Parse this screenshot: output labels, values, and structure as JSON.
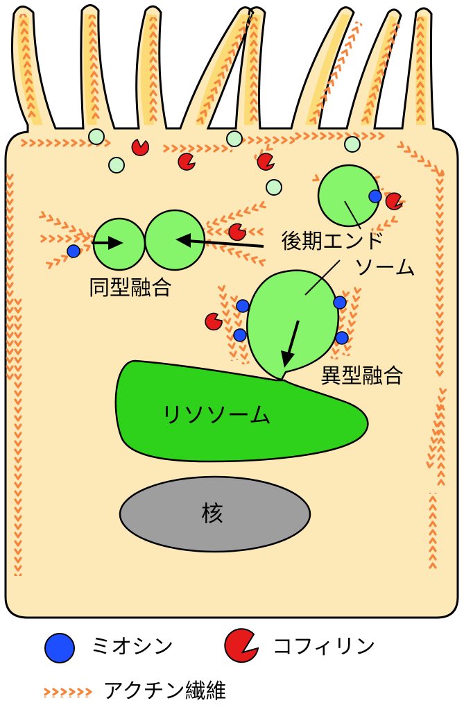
{
  "labels": {
    "homotypic_fusion": "同型融合",
    "late_endosome_line1": "後期エンド",
    "late_endosome_line2": "ソーム",
    "heterotypic_fusion": "異型融合",
    "lysosome": "リソソーム",
    "nucleus": "核"
  },
  "legend": {
    "myosin": "ミオシン",
    "cofilin": "コフィリン",
    "actin": "アクチン繊維"
  },
  "colors": {
    "cytoplasm": "#fde9b8",
    "microvillus": "#fcd96b",
    "outline": "#000000",
    "endosome": "#86f56c",
    "lysosome": "#2fd21b",
    "nucleus": "#9e9e9e",
    "myosin": "#1e4fff",
    "cofilin": "#e51b1b",
    "actin": "#f5843c",
    "vesicle": "#c9f7c9"
  }
}
